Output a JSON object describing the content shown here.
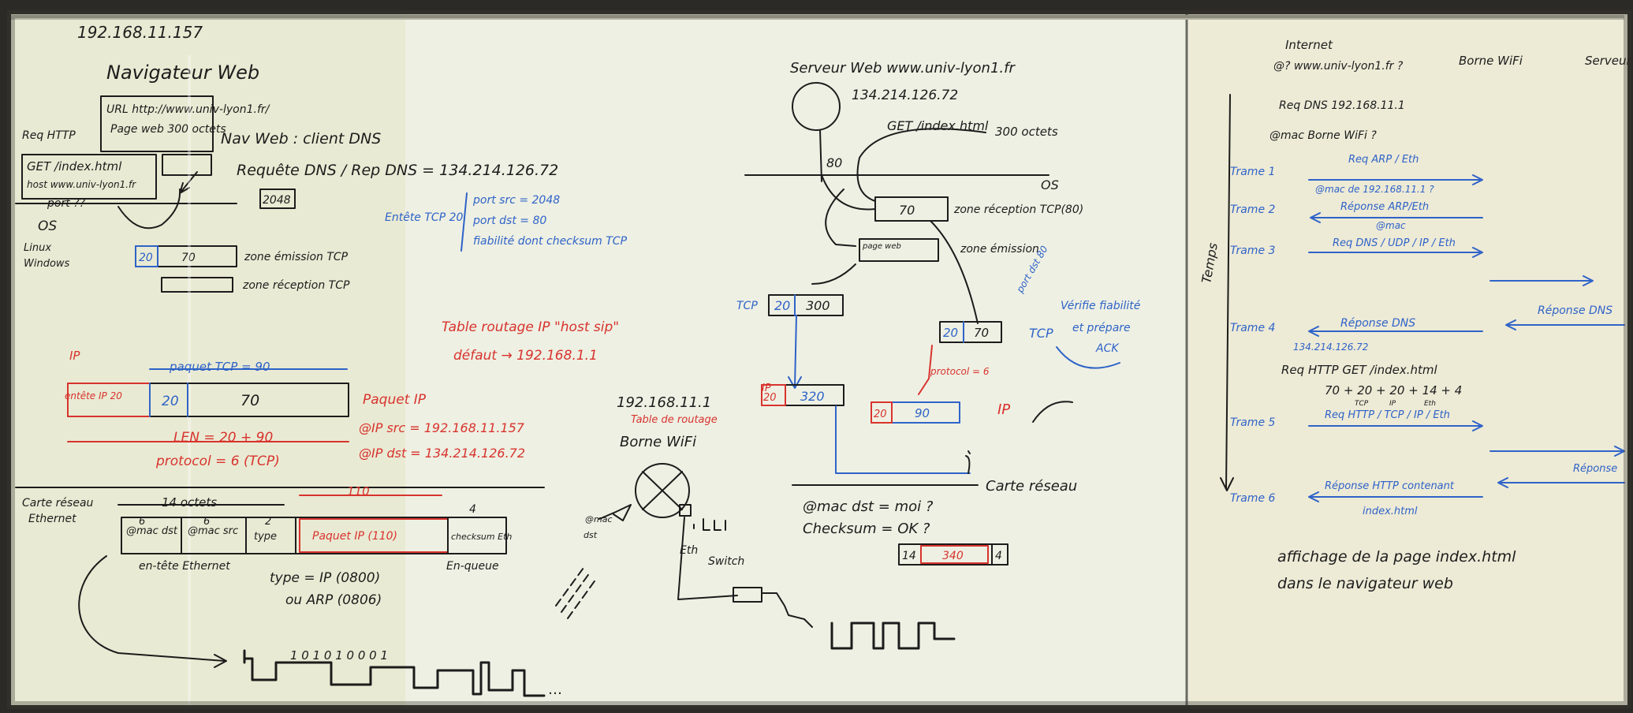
{
  "image": {
    "subject": "whiteboard",
    "colors": {
      "board": "#eef0e3",
      "black_marker": "#1c1c1c",
      "red_marker": "#d8332e",
      "blue_marker": "#2f63c8",
      "frame": "#2b2a26"
    }
  },
  "left": {
    "client_ip": "192.168.11.157",
    "browser_title": "Navigateur Web",
    "url": "URL http://www.univ-lyon1.fr/",
    "page": "Page web 300 octets",
    "req_http": "Req HTTP",
    "get_line": "GET /index.html",
    "host_line": "host www.univ-lyon1.fr",
    "port_label": "port ??",
    "dns_client": "Nav Web : client DNS",
    "dns_request": "Requête DNS / Rep DNS = 134.214.126.72",
    "os_label": "OS",
    "os_list": [
      "Linux",
      "Windows"
    ],
    "port_number": "2048",
    "tcp_note": [
      "Entête TCP 20",
      "port src = 2048",
      "port dst = 80",
      "fiabilité dont checksum TCP"
    ],
    "zone_emission": "zone émission TCP",
    "zone_reception": "zone réception TCP",
    "segment": {
      "header": "20",
      "data": "70"
    }
  },
  "ip_section": {
    "routing_table": "Table routage IP \"host sip\"",
    "default_route": "défaut → 192.168.1.1",
    "ip_label": "IP",
    "entete": "entête IP 20",
    "paquet_tcp": "paquet TCP = 90",
    "cells": [
      "20",
      "20",
      "70"
    ],
    "paquet_ip": "Paquet IP",
    "len": "LEN = 20 + 90",
    "proto": "protocol = 6 (TCP)",
    "ip_src": "@IP src = 192.168.11.157",
    "ip_dst": "@IP dst = 134.214.126.72"
  },
  "ethernet": {
    "title": [
      "Carte réseau",
      "Ethernet"
    ],
    "size": "14 octets",
    "counts": [
      "6",
      "6",
      "2",
      "4"
    ],
    "cells": [
      "@mac dst",
      "@mac src",
      "type",
      "Paquet IP (110)",
      "checksum Eth"
    ],
    "payload_size": "110",
    "header": "en-tête Ethernet",
    "trailer": "En-queue",
    "type_ip": "type = IP (0800)",
    "type_arp": "ou ARP (0806)",
    "bits": "1 0 1 0 1 0 0 0 1"
  },
  "center": {
    "router_ip": "192.168.11.1",
    "router_table": "Table de routage",
    "borne": "Borne WiFi",
    "eth_label": "Eth",
    "switch": "Switch"
  },
  "server": {
    "title": "Serveur Web www.univ-lyon1.fr",
    "ip": "134.214.126.72",
    "get": "GET /index.html",
    "size": "300 octets",
    "port": "80",
    "os": "OS",
    "zone_reception": "zone réception TCP(80)",
    "zone_emission": "zone émission",
    "page_web": "page web",
    "tcp": "TCP",
    "cells_tcp": [
      "20",
      "300"
    ],
    "cells_ack": [
      "20",
      "70"
    ],
    "tcp_note": [
      "Vérifie fiabilité",
      "et prépare",
      "ACK"
    ],
    "port_note": "port dst 80",
    "ip_label": "IP",
    "ip_cells": [
      "20",
      "320"
    ],
    "ip_cells2": [
      "20",
      "90"
    ],
    "proto_note": "protocol = 6",
    "mac_check": "@mac dst = moi ?",
    "checksum_check": "Checksum = OK ?",
    "network_card": "Carte réseau",
    "frame_cells": [
      "14",
      "340",
      "4"
    ]
  },
  "right": {
    "header": [
      "Internet",
      "Borne WiFi",
      "Serveur"
    ],
    "q1": "@? www.univ-lyon1.fr ?",
    "dns_line": "Req DNS  192.168.11.1",
    "q2": "@mac Borne WiFi ?",
    "temps": "Temps",
    "trames": [
      {
        "name": "Trame 1",
        "label": "Req ARP / Eth",
        "sub": "@mac de 192.168.11.1 ?"
      },
      {
        "name": "Trame 2",
        "label": "Réponse ARP/Eth",
        "sub": "@mac"
      },
      {
        "name": "Trame 3",
        "label": "Req DNS / UDP / IP / Eth",
        "sub": ""
      },
      {
        "name": "Trame 4",
        "label": "Réponse DNS",
        "sub": "134.214.126.72"
      },
      {
        "name": "Trame 5",
        "label": "Req HTTP / TCP / IP / Eth",
        "sub": ""
      },
      {
        "name": "Trame 6",
        "label": "Réponse HTTP contenant",
        "sub": "index.html"
      }
    ],
    "reponse_dns": "Réponse DNS",
    "req_http": "Req HTTP    GET /index.html",
    "size_formula": "70 + 20 + 20 + 14 + 4",
    "size_parts": [
      "TCP",
      "IP",
      "Eth"
    ],
    "reponse": "Réponse",
    "final": [
      "affichage de la page index.html",
      "dans le navigateur web"
    ]
  }
}
